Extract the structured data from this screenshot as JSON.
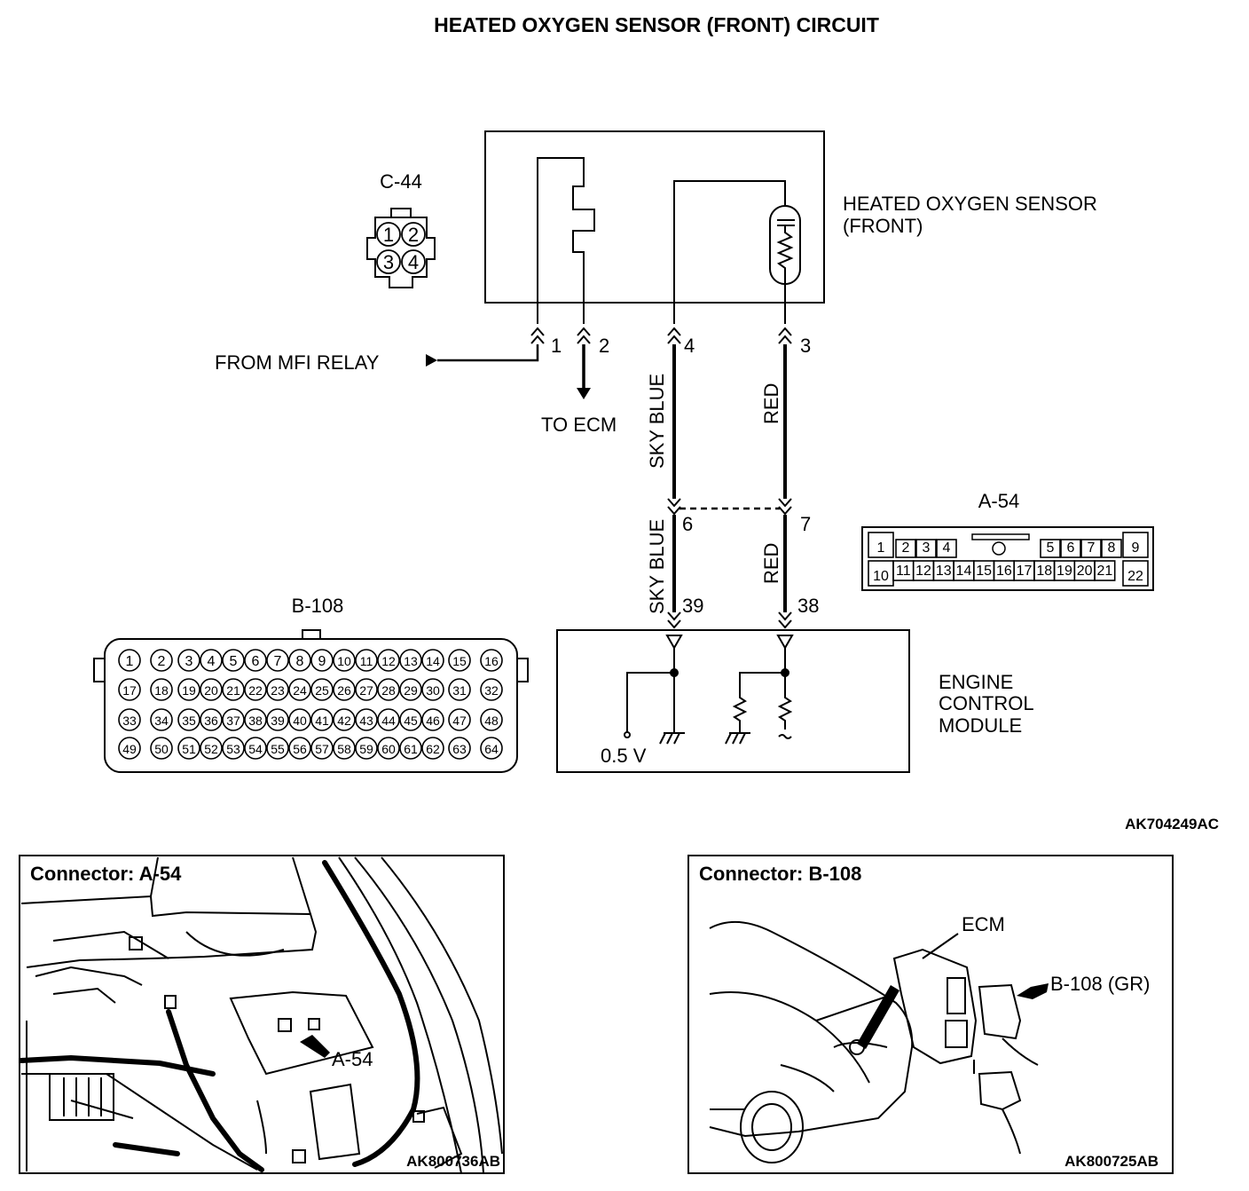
{
  "title": "HEATED OXYGEN SENSOR (FRONT) CIRCUIT",
  "sensor": {
    "name_line1": "HEATED OXYGEN SENSOR",
    "name_line2": "(FRONT)"
  },
  "c44": {
    "id": "C-44",
    "pins": [
      "1",
      "2",
      "3",
      "4"
    ]
  },
  "from_mfi_relay": "FROM MFI RELAY",
  "to_ecm": "TO ECM",
  "sensor_pins": [
    "1",
    "2",
    "4",
    "3"
  ],
  "wires": {
    "sky_blue_top": "SKY BLUE",
    "red_top": "RED",
    "sky_blue_bottom": "SKY BLUE",
    "red_bottom": "RED"
  },
  "joint_pins": {
    "left": "6",
    "right": "7"
  },
  "ecm_pins": {
    "left": "39",
    "right": "38"
  },
  "ecm": {
    "line1": "ENGINE",
    "line2": "CONTROL",
    "line3": "MODULE",
    "voltage": "0.5 V"
  },
  "a54": {
    "id": "A-54",
    "top": [
      "1",
      "2",
      "3",
      "4",
      "5",
      "6",
      "7",
      "8",
      "9"
    ],
    "bottom": [
      "10",
      "11",
      "12",
      "13",
      "14",
      "15",
      "16",
      "17",
      "18",
      "19",
      "20",
      "21",
      "22"
    ]
  },
  "b108": {
    "id": "B-108",
    "rows": [
      [
        "1",
        "2",
        "3",
        "4",
        "5",
        "6",
        "7",
        "8",
        "9",
        "10",
        "11",
        "12",
        "13",
        "14",
        "15",
        "16"
      ],
      [
        "17",
        "18",
        "19",
        "20",
        "21",
        "22",
        "23",
        "24",
        "25",
        "26",
        "27",
        "28",
        "29",
        "30",
        "31",
        "32"
      ],
      [
        "33",
        "34",
        "35",
        "36",
        "37",
        "38",
        "39",
        "40",
        "41",
        "42",
        "43",
        "44",
        "45",
        "46",
        "47",
        "48"
      ],
      [
        "49",
        "50",
        "51",
        "52",
        "53",
        "54",
        "55",
        "56",
        "57",
        "58",
        "59",
        "60",
        "61",
        "62",
        "63",
        "64"
      ]
    ]
  },
  "diagram_code": "AK704249AC",
  "panel_a54": {
    "title": "Connector: A-54",
    "callout": "A-54",
    "code": "AK800736AB"
  },
  "panel_b108": {
    "title": "Connector: B-108",
    "ecm_label": "ECM",
    "callout": "B-108 (GR)",
    "code": "AK800725AB"
  }
}
